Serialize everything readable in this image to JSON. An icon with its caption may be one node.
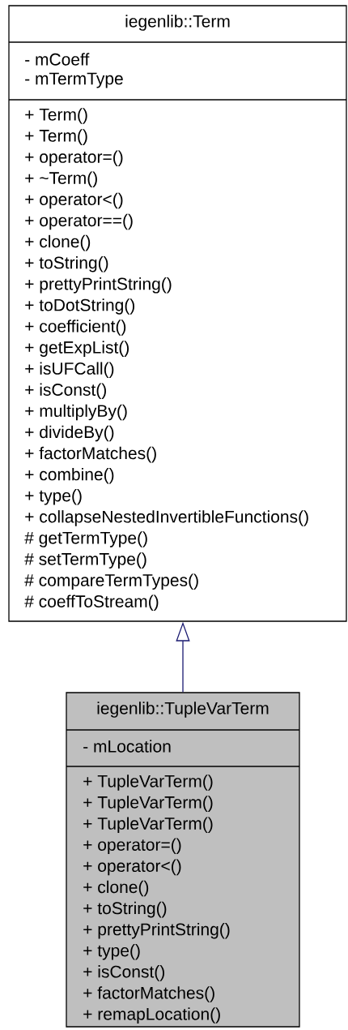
{
  "diagram": {
    "nodes": [
      {
        "text": [
          "iegenlib::Term",
          "- mCoeff",
          "- mTermType",
          "+ Term()",
          "+ Term()",
          "+ operator=()",
          "+ ~Term()",
          "+ operator<()",
          "+ operator==()",
          "+ clone()",
          "+ toString()",
          "+ prettyPrintString()",
          "+ toDotString()",
          "+ coefficient()",
          "+ getExpList()",
          "+ isUFCall()",
          "+ isConst()",
          "+ multiplyBy()",
          "+ divideBy()",
          "+ factorMatches()",
          "+ combine()",
          "+ type()",
          "+ collapseNestedInvertibleFunctions()",
          "# getTermType()",
          "# setTermType()",
          "# compareTermTypes()",
          "# coeffToStream()"
        ]
      },
      {
        "text": [
          "iegenlib::TupleVarTerm",
          "- mLocation",
          "+ TupleVarTerm()",
          "+ TupleVarTerm()",
          "+ TupleVarTerm()",
          "+ operator=()",
          "+ operator<()",
          "+ clone()",
          "+ toString()",
          "+ prettyPrintString()",
          "+ type()",
          "+ isConst()",
          "+ factorMatches()",
          "+ remapLocation()"
        ]
      }
    ],
    "edges": [
      {
        "from": 1,
        "to": 0,
        "arrow": "to"
      }
    ]
  }
}
